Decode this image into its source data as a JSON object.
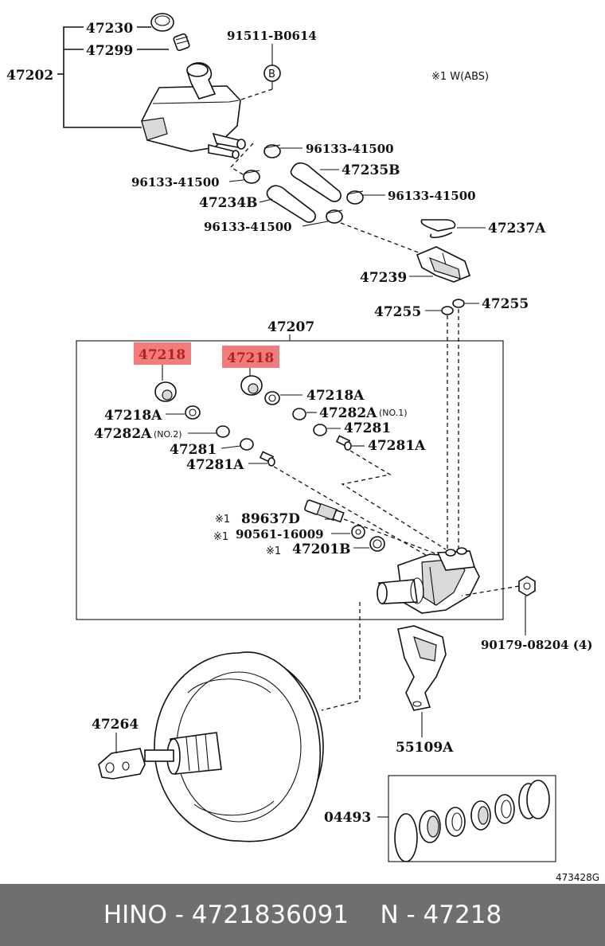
{
  "labels": {
    "p47230": "47230",
    "p47299": "47299",
    "p47202": "47202",
    "p91511": "91511-B0614",
    "circle_b": "B",
    "abs_note": "※1 W(ABS)",
    "p96133_a": "96133-41500",
    "p47235b": "47235B",
    "p96133_b": "96133-41500",
    "p96133_c": "96133-41500",
    "p47234b": "47234B",
    "p96133_d": "96133-41500",
    "p47237a": "47237A",
    "p47239": "47239",
    "p47255_left": "47255",
    "p47255_right": "47255",
    "p47207": "47207",
    "p47218_left": "47218",
    "p47218_right": "47218",
    "p47218a_right": "47218A",
    "p47218a_left": "47218A",
    "p47282a_right": "47282A",
    "no1": "(NO.1)",
    "p47282a_left": "47282A",
    "no2": "(NO.2)",
    "p47281_right": "47281",
    "p47281_left": "47281",
    "p47281a_right": "47281A",
    "p47281a_left": "47281A",
    "mark1_a": "※1",
    "p89637d": "89637D",
    "mark1_b": "※1",
    "p90561": "90561-16009",
    "mark1_c": "※1",
    "p47201b": "47201B",
    "p90179": "90179-08204 (4)",
    "p47264": "47264",
    "p55109a": "55109A",
    "p04493": "04493",
    "diagram_code": "473428G"
  },
  "colors": {
    "highlight_bg": "#f27c7c",
    "highlight_text": "#b3241d",
    "footer_bg": "#6f6f6f"
  },
  "footer": {
    "brand": "HINO",
    "sep1": " - ",
    "part_number": "4721836091",
    "gap": "    ",
    "n_label": "N",
    "sep2": " - ",
    "n_value": "47218"
  }
}
